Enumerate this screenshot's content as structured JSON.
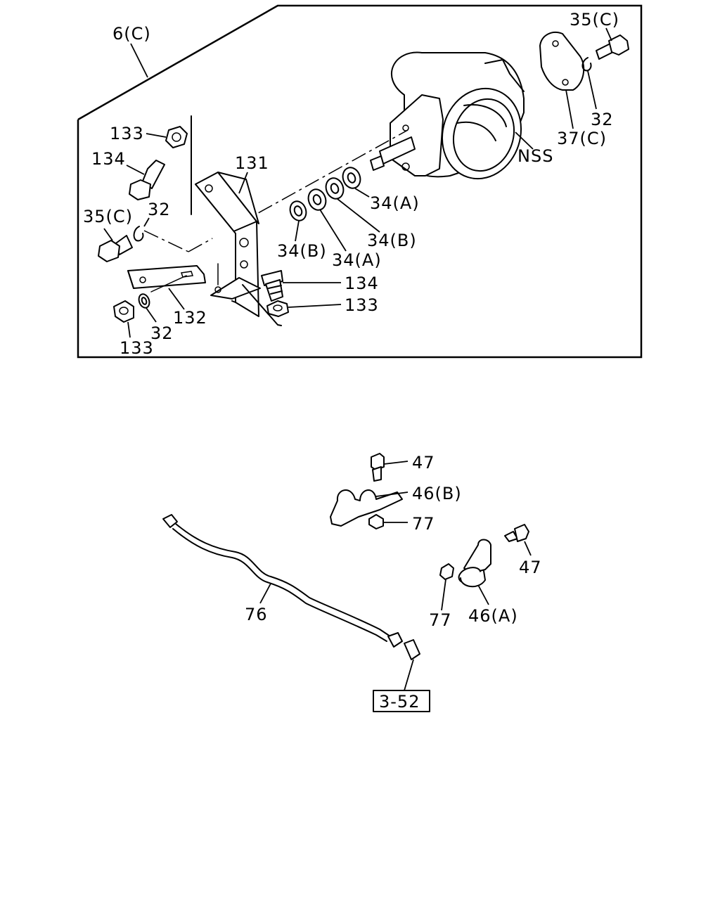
{
  "labels": {
    "group_6c": "6(C)",
    "bolt_35c_top": "35(C)",
    "washer_32_top": "32",
    "cover_37c": "37(C)",
    "housing_nss": "NSS",
    "nut_133_upper": "133",
    "bolt_134_upper": "134",
    "bracket_131": "131",
    "bolt_35c_left": "35(C)",
    "washer_32_left": "32",
    "washer_34a_right": "34(A)",
    "washer_34b_right": "34(B)",
    "washer_34b_left": "34(B)",
    "washer_34a_left": "34(A)",
    "bolt_134_lower": "134",
    "nut_133_lower_right": "133",
    "plate_132": "132",
    "washer_32_lower": "32",
    "nut_133_lower_left": "133",
    "bolt_47_top": "47",
    "clip_46b": "46(B)",
    "nut_77_top": "77",
    "bolt_47_right": "47",
    "nut_77_right": "77",
    "clip_46a": "46(A)",
    "pipe_76": "76",
    "ref_3_52": "3-52"
  }
}
